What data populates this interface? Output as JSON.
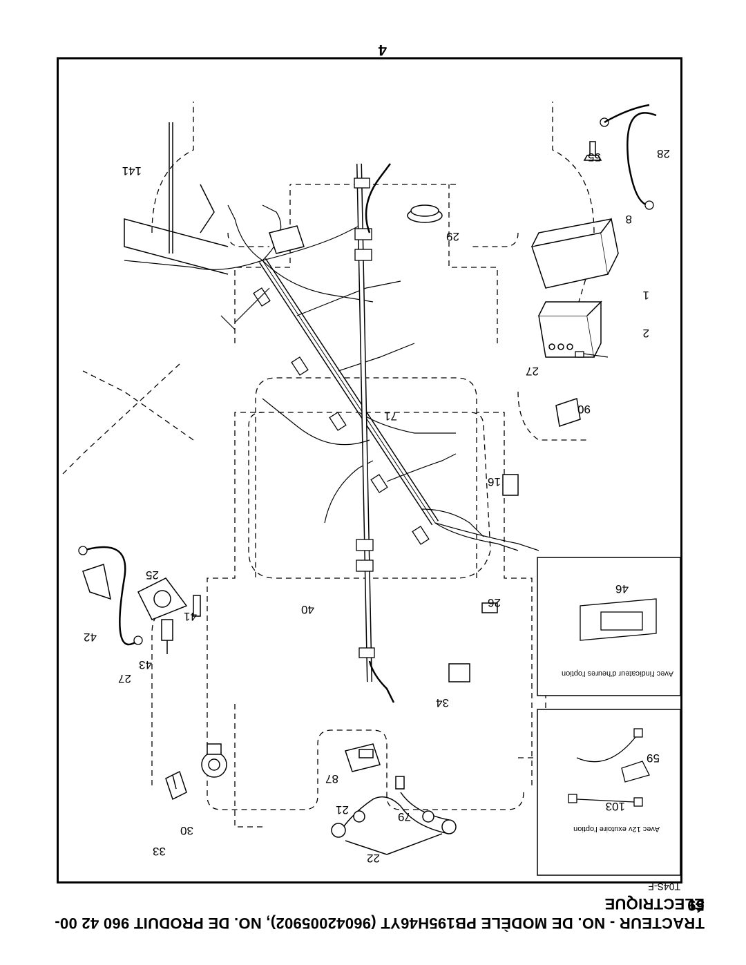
{
  "page": {
    "title_line1": "TRACTEUR - NO. DE MODÈLE PB195H46YT (96042005902), NO. DE PRODUIT 960 42 00-59",
    "title_line2": "ÉLECTRIQUE",
    "page_number": "4",
    "drawing_code": "T04S-F"
  },
  "insets": {
    "hour_meter_caption": "Avec l'indicateur d'heures l'option",
    "outlet_caption": "Avec 12v exutoire l'option"
  },
  "parts": {
    "p1": "1",
    "p2": "2",
    "p8": "8",
    "p16": "16",
    "p21": "21",
    "p22": "22",
    "p25": "25",
    "p26": "26",
    "p27a": "27",
    "p27b": "27",
    "p28": "28",
    "p29": "29",
    "p30": "30",
    "p33": "33",
    "p34": "34",
    "p40": "40",
    "p41": "41",
    "p42": "42",
    "p43": "43",
    "p46": "46",
    "p55": "55",
    "p59": "59",
    "p71": "71",
    "p79": "79",
    "p87": "87",
    "p90": "90",
    "p103": "103",
    "p141": "141"
  }
}
